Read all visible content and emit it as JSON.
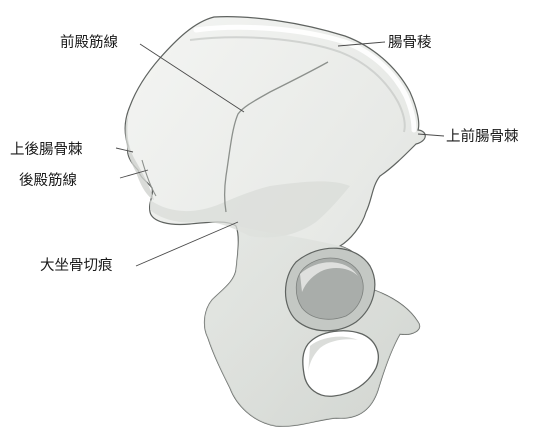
{
  "labels": {
    "anterior_gluteal_line": "前殿筋線",
    "iliac_crest": "腸骨稜",
    "posterior_superior_iliac_spine": "上後腸骨棘",
    "anterior_superior_iliac_spine": "上前腸骨棘",
    "posterior_gluteal_line": "後殿筋線",
    "greater_sciatic_notch": "大坐骨切痕"
  },
  "colors": {
    "bone_fill": "#e9ebe9",
    "bone_shadow": "#c9ccc9",
    "bone_deep": "#a9adaa",
    "outline": "#5f6360",
    "leader": "#4a4a4a"
  }
}
